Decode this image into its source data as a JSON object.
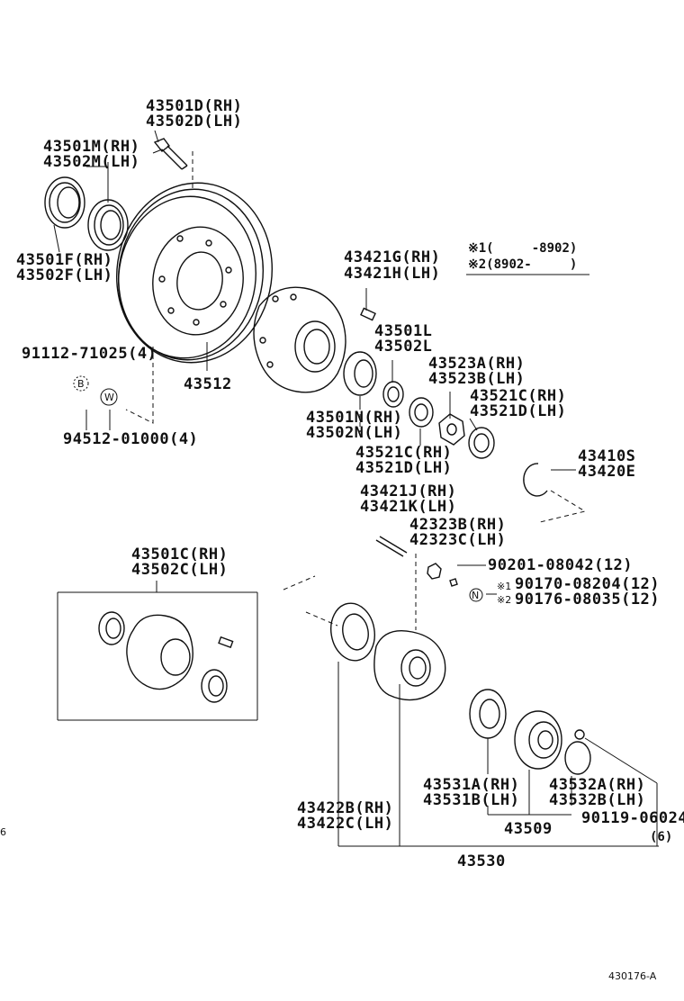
{
  "labels": {
    "p43501D": "43501D(RH)",
    "p43502D": "43502D(LH)",
    "p43501M": "43501M(RH)",
    "p43502M": "43502M(LH)",
    "p43501F": "43501F(RH)",
    "p43502F": "43502F(LH)",
    "p91112": "91112-71025(4)",
    "p43512": "43512",
    "markB": "B",
    "markW": "W",
    "p94512": "94512-01000(4)",
    "p43421G": "43421G(RH)",
    "p43421H": "43421H(LH)",
    "note1": "※1(     -8902)",
    "note2": "※2(8902-     )",
    "p43501L": "43501L",
    "p43502L": "43502L",
    "p43523A": "43523A(RH)",
    "p43523B": "43523B(LH)",
    "p43521C_a": "43521C(RH)",
    "p43521D_a": "43521D(LH)",
    "p43501N": "43501N(RH)",
    "p43502N": "43502N(LH)",
    "p43521C_b": "43521C(RH)",
    "p43521D_b": "43521D(LH)",
    "p43410S": "43410S",
    "p43420E": "43420E",
    "p43421J": "43421J(RH)",
    "p43421K": "43421K(LH)",
    "p42323B": "42323B(RH)",
    "p42323C": "42323C(LH)",
    "p90201": "90201-08042(12)",
    "markN": "N",
    "star1": "※1",
    "star2": "※2",
    "p90170": "90170-08204(12)",
    "p90176": "90176-08035(12)",
    "p43501C": "43501C(RH)",
    "p43502C": "43502C(LH)",
    "p43531A": "43531A(RH)",
    "p43531B": "43531B(LH)",
    "p43532A": "43532A(RH)",
    "p43532B": "43532B(LH)",
    "p43509": "43509",
    "p90119": "90119-06024",
    "qty6": "(6)",
    "p43422B": "43422B(RH)",
    "p43422C": "43422C(LH)",
    "p43530": "43530",
    "edgeMark": "6",
    "figId": "430176-A"
  }
}
